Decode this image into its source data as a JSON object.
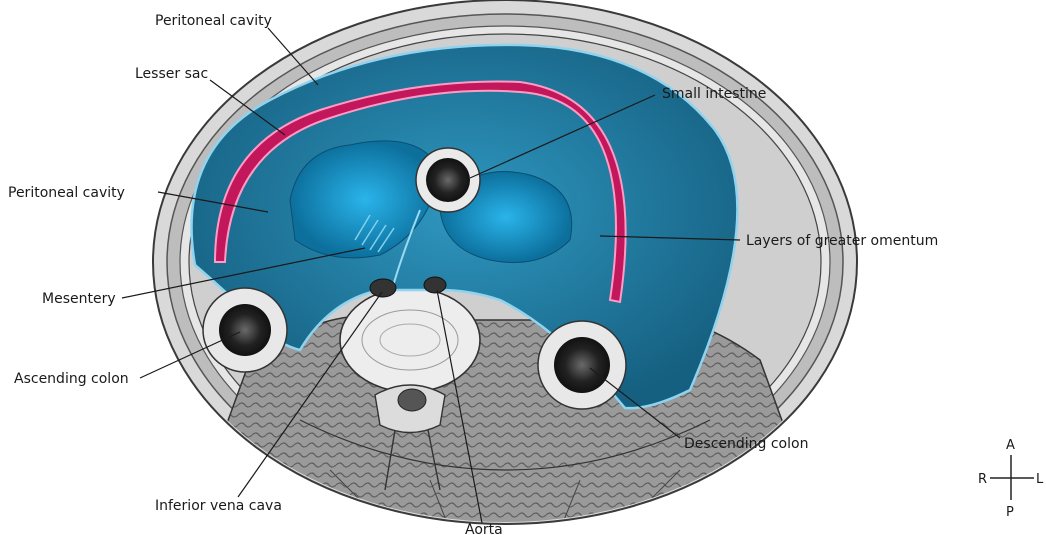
{
  "labels": {
    "peritoneal_cavity_top": "Peritoneal cavity",
    "lesser_sac": "Lesser sac",
    "small_intestine": "Small intestine",
    "peritoneal_cavity_left": "Peritoneal cavity",
    "layers_greater_omentum": "Layers of greater omentum",
    "mesentery": "Mesentery",
    "ascending_colon": "Ascending colon",
    "descending_colon": "Descending colon",
    "inferior_vena_cava": "Inferior vena cava",
    "aorta": "Aorta"
  },
  "compass": {
    "anterior": "A",
    "posterior": "P",
    "right": "R",
    "left": "L"
  },
  "colors": {
    "peritoneal_cavity": "#1c7fa3",
    "lesser_sac": "#c2185b",
    "mesentery_tissue": "#2aa7d8",
    "outline": "#3a3a3a"
  }
}
